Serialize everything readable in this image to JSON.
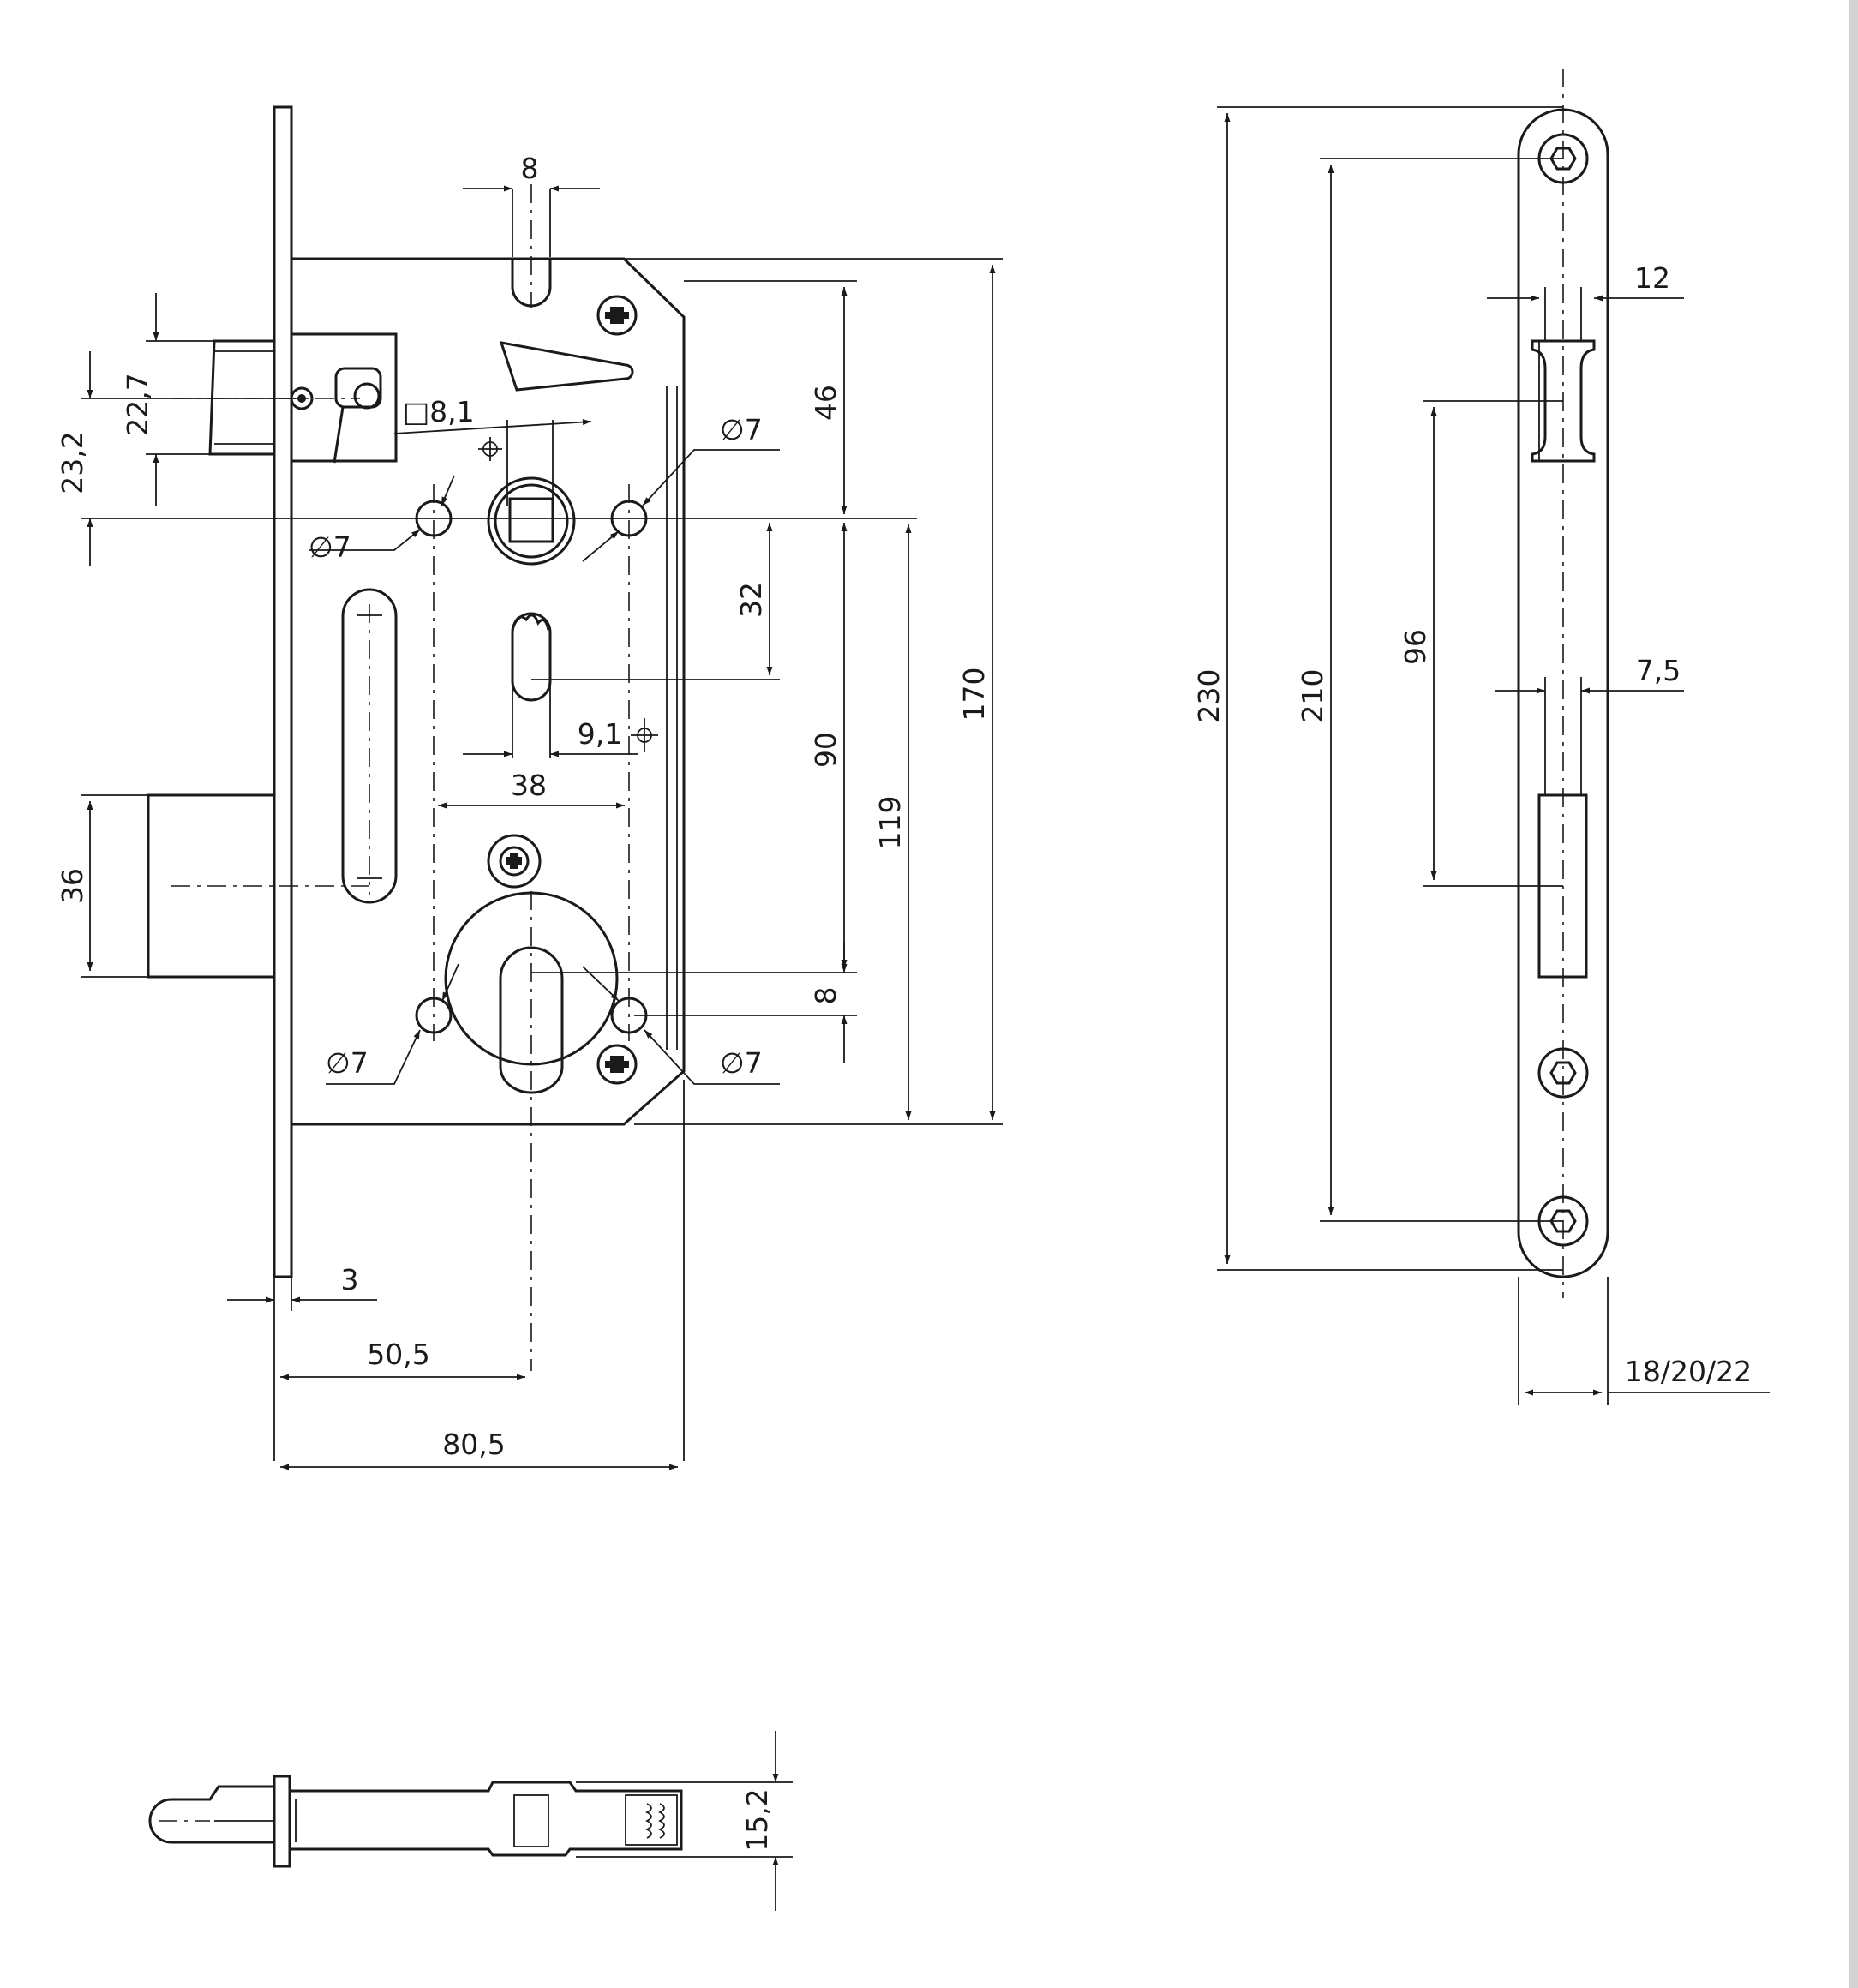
{
  "dimensions": {
    "d8_top": "8",
    "d22_7": "22,7",
    "d23_2": "23,2",
    "sq8_1": "□8,1",
    "phi7_a": "∅7",
    "phi7_b": "∅7",
    "phi7_c": "∅7",
    "phi7_d": "∅7",
    "d46": "46",
    "d32": "32",
    "d9_1": "9,1",
    "d38": "38",
    "d90": "90",
    "d119": "119",
    "d170": "170",
    "d36": "36",
    "d8_mid": "8",
    "d3": "3",
    "d50_5": "50,5",
    "d80_5": "80,5",
    "d230": "230",
    "d210": "210",
    "d96": "96",
    "d12": "12",
    "d7_5": "7,5",
    "d18_20_22": "18/20/22",
    "d15_2": "15,2"
  }
}
